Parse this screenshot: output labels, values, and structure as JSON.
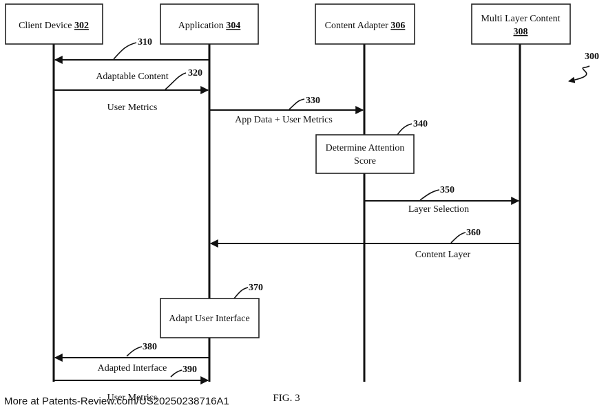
{
  "participants": [
    {
      "name": "Client Device",
      "ref": "302"
    },
    {
      "name": "Application",
      "ref": "304"
    },
    {
      "name": "Content Adapter",
      "ref": "306"
    },
    {
      "name": "Multi Layer Content",
      "ref": "308"
    }
  ],
  "figure_ref": "300",
  "messages": [
    {
      "ref": "310",
      "label": ""
    },
    {
      "ref": "320",
      "label": "Adaptable Content"
    },
    {
      "ref": "",
      "label": "User Metrics"
    },
    {
      "ref": "330",
      "label": "App Data + User Metrics"
    },
    {
      "ref": "350",
      "label": "Layer Selection"
    },
    {
      "ref": "360",
      "label": "Content Layer"
    },
    {
      "ref": "380",
      "label": "Adapted Interface"
    },
    {
      "ref": "390",
      "label": "User Metrics"
    }
  ],
  "process_boxes": [
    {
      "ref": "340",
      "label_line1": "Determine Attention",
      "label_line2": "Score"
    },
    {
      "ref": "370",
      "label_line1": "Adapt User Interface",
      "label_line2": ""
    }
  ],
  "caption": "FIG. 3",
  "footer": "More at Patents-Review.com/US20250238716A1"
}
